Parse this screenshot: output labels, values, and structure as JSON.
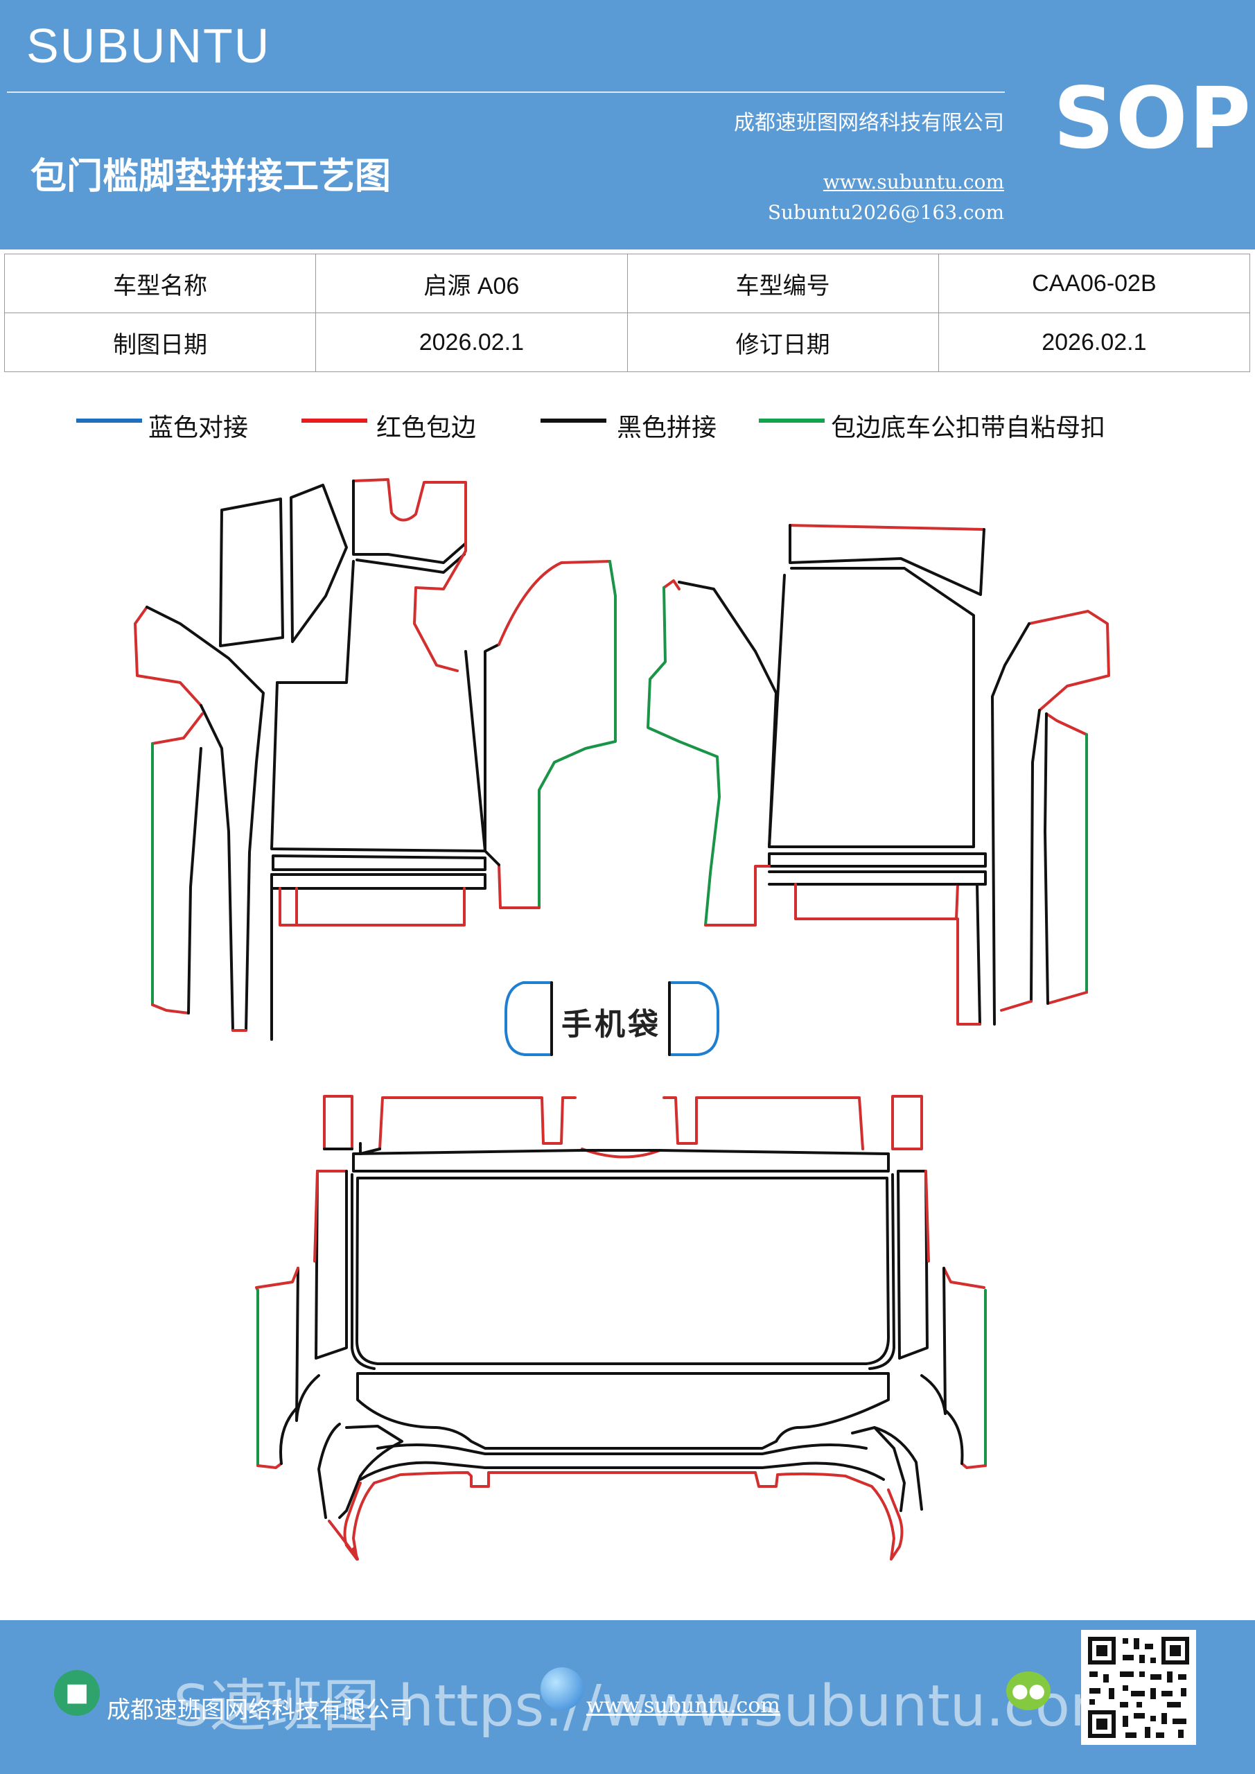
{
  "header": {
    "brand": "SUBUNTU",
    "badge": "SOP",
    "company": "成都速班图网络科技有限公司",
    "title": "包门槛脚垫拼接工艺图",
    "website": "www.subuntu.com",
    "email": "Subuntu2026@163.com"
  },
  "info_table": {
    "rows": [
      [
        {
          "label": "车型名称"
        },
        {
          "value": "启源 A06"
        },
        {
          "label": "车型编号"
        },
        {
          "value": "CAA06-02B"
        }
      ],
      [
        {
          "label": "制图日期"
        },
        {
          "value": "2026.02.1"
        },
        {
          "label": "修订日期"
        },
        {
          "value": "2026.02.1"
        }
      ]
    ]
  },
  "legend": [
    {
      "label": "蓝色对接",
      "color": "#1e6fc0"
    },
    {
      "label": "红色包边",
      "color": "#e81c1c"
    },
    {
      "label": "黑色拼接",
      "color": "#111111"
    },
    {
      "label": "包边底车公扣带自粘母扣",
      "color": "#13a34a"
    }
  ],
  "drawing": {
    "phone_pocket_label": "手机袋"
  },
  "footer": {
    "company": "成都速班图网络科技有限公司",
    "website": "www.subuntu.com",
    "overlay_text": "S速班图 https://www.subuntu.com"
  }
}
